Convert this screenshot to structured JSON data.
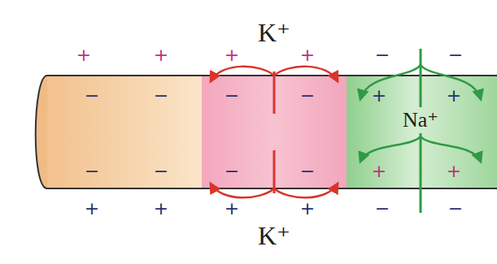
{
  "diagram": {
    "labels": [
      "K⁺",
      "+",
      "+",
      "+",
      "+",
      "−",
      "−",
      "−",
      "−",
      "−",
      "−",
      "+",
      "+",
      "Na⁺",
      "−",
      "−",
      "−",
      "−",
      "+",
      "+",
      "+",
      "+",
      "+",
      "+",
      "−",
      "−",
      "K⁺"
    ]
  }
}
